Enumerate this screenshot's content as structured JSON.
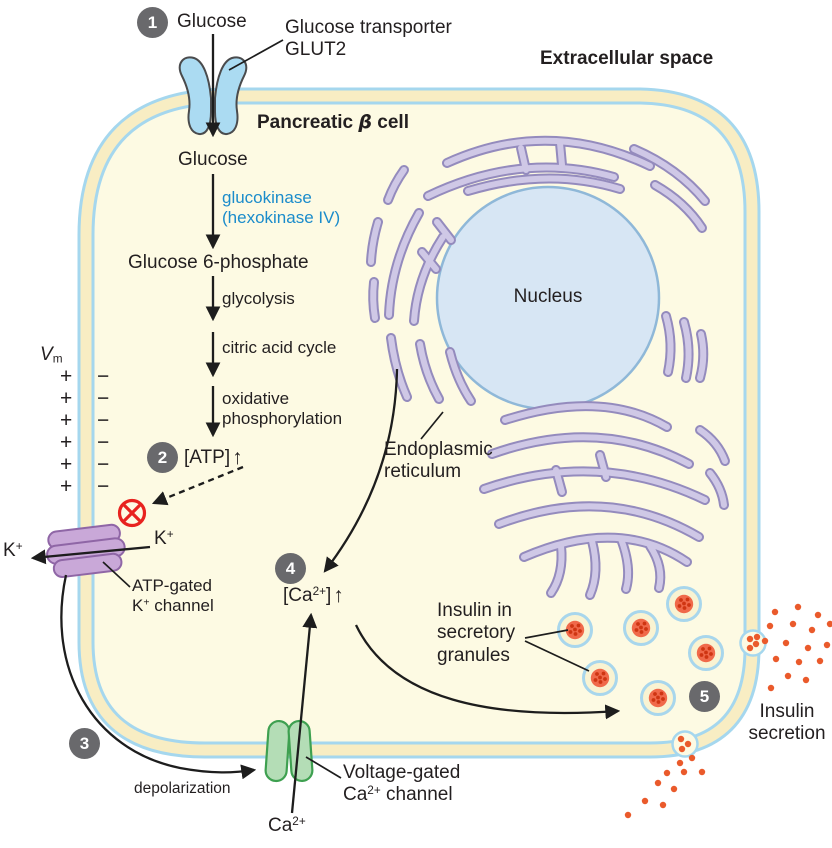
{
  "steps": [
    "1",
    "2",
    "3",
    "4",
    "5"
  ],
  "labels": {
    "glucose_top": "Glucose",
    "transporter1": "Glucose transporter",
    "transporter2": "GLUT2",
    "extracellular": "Extracellular space",
    "cell_pre": "Pancreatic ",
    "cell_beta": "β",
    "cell_post": " cell",
    "glucose_in": "Glucose",
    "enzyme1": "glucokinase",
    "enzyme2": "(hexokinase IV)",
    "g6p": "Glucose 6-phosphate",
    "glycolysis": "glycolysis",
    "citric": "citric acid cycle",
    "oxphos1": "oxidative",
    "oxphos2": "phosphorylation",
    "atp": "[ATP]",
    "up": "↑",
    "vm_v": "V",
    "vm_m": "m",
    "k": "K",
    "k_sup": "+",
    "katp1": "ATP-gated",
    "katp2_pre": "K",
    "katp2_sup": "+",
    "katp2_post": " channel",
    "depolarization": "depolarization",
    "vgcc1": "Voltage-gated",
    "vgcc2_pre": "Ca",
    "vgcc2_sup": "2+",
    "vgcc2_post": " channel",
    "ca_pre": "Ca",
    "ca_sup": "2+",
    "caconc_pre": "[Ca",
    "caconc_sup": "2+",
    "caconc_post": "]",
    "nucleus": "Nucleus",
    "er1": "Endoplasmic",
    "er2": "reticulum",
    "gran1": "Insulin in",
    "gran2": "secretory",
    "gran3": "granules",
    "sec1": "Insulin",
    "sec2": "secretion"
  },
  "charges": {
    "outside": [
      "+",
      "+",
      "+",
      "+",
      "+",
      "+"
    ],
    "inside": [
      "−",
      "−",
      "−",
      "−",
      "−",
      "−"
    ]
  },
  "colors": {
    "cell_interior": "#fdfae3",
    "membrane_yellow": "#f8edc3",
    "membrane_blue": "#a5d7ee",
    "nucleus_fill": "#d7e6f4",
    "nucleus_stroke": "#8fb8d8",
    "er_fill": "#cfc8e6",
    "er_stroke": "#948bbd",
    "glut2_fill": "#abdbf2",
    "k_channel_fill": "#c9a8d8",
    "ca_channel_fill": "#b4ddb6",
    "insulin_orange": "#ea5a2b",
    "granule_core": "#f0694a",
    "inhibit_red": "#e8231f",
    "enzyme_blue": "#1b8ccb",
    "badge_gray": "#69696c"
  }
}
